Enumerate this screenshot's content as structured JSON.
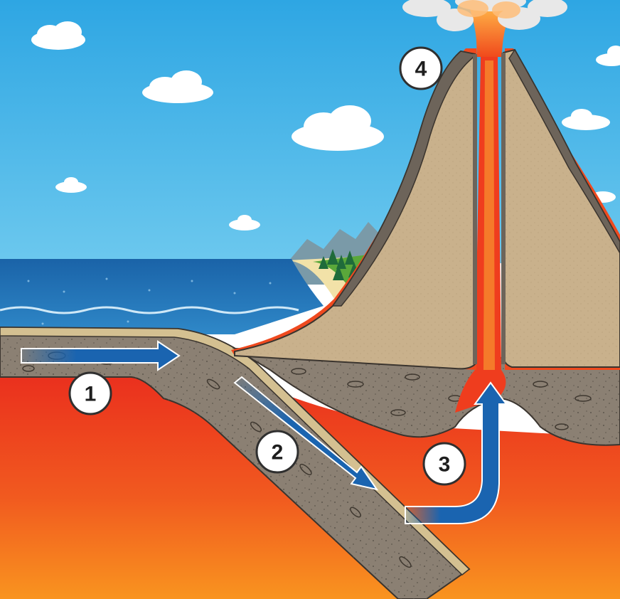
{
  "diagram": {
    "steps": [
      {
        "number": "1",
        "icon": "ocean-plate-moving-arrow"
      },
      {
        "number": "2",
        "icon": "plate-subducting-arrow"
      },
      {
        "number": "3",
        "icon": "magma-rising-arrow"
      },
      {
        "number": "4",
        "icon": "volcano-eruption"
      }
    ],
    "colors": {
      "sky": "#38aee6",
      "ocean": "#1d6fb0",
      "mantle_top": "#ec3a1e",
      "mantle_bottom": "#f78e1e",
      "crust": "#8b8073",
      "volcano": "#c7b08a",
      "lava": "#f26a21",
      "arrow": "#1a64b0"
    }
  }
}
